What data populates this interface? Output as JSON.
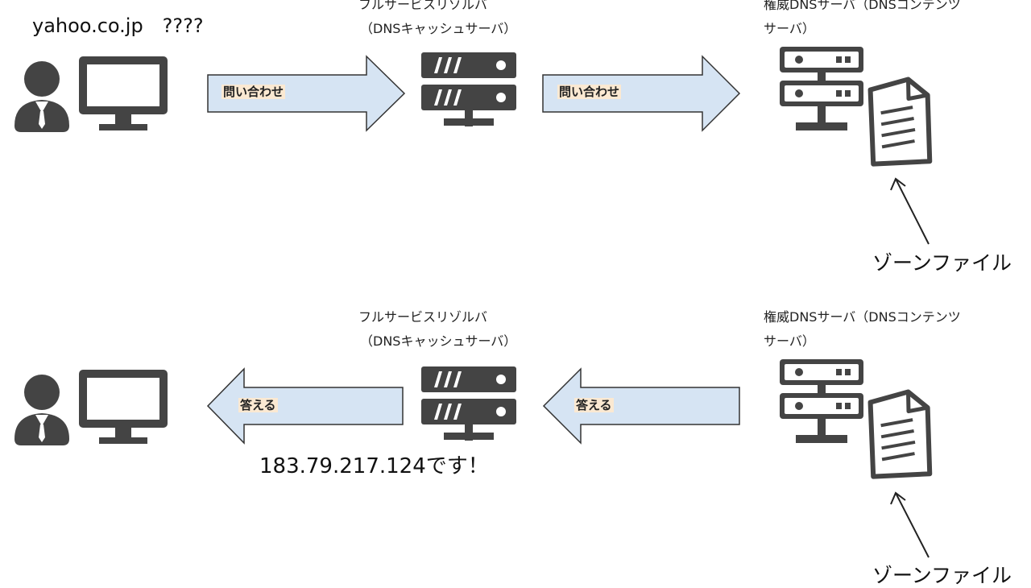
{
  "top_row": {
    "query_text": "yahoo.co.jp　????",
    "resolver_label_line1": "フルサービスリゾルバ",
    "resolver_label_line2": "（DNSキャッシュサーバ）",
    "authoritative_label_line1": "権威DNSサーバ（DNSコンテンツ",
    "authoritative_label_line2": "サーバ）",
    "arrow1_label": "問い合わせ",
    "arrow2_label": "問い合わせ",
    "zone_label": "ゾーンファイル"
  },
  "bottom_row": {
    "resolver_label_line1": "フルサービスリゾルバ",
    "resolver_label_line2": "（DNSキャッシュサーバ）",
    "authoritative_label_line1": "権威DNSサーバ（DNSコンテンツ",
    "authoritative_label_line2": "サーバ）",
    "arrow1_label": "答える",
    "arrow2_label": "答える",
    "answer_text": "183.79.217.124です！",
    "zone_label": "ゾーンファイル"
  },
  "colors": {
    "arrow_fill": "#d6e4f3",
    "arrow_stroke": "#333333",
    "icon_fill": "#444444",
    "label_highlight": "#fbe9d2"
  }
}
